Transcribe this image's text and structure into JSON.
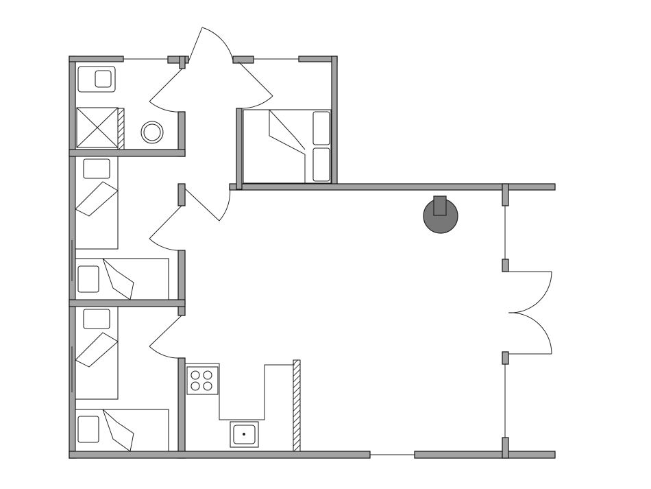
{
  "plan": {
    "type": "floor-plan",
    "colors": {
      "wall": "#a3a3a3",
      "outline": "#111111",
      "chimney": "#777777",
      "background": "#ffffff"
    },
    "rooms": [
      "bathroom",
      "bedroom-top",
      "bedroom-left-1",
      "bedroom-left-2",
      "living-area",
      "kitchen"
    ]
  }
}
